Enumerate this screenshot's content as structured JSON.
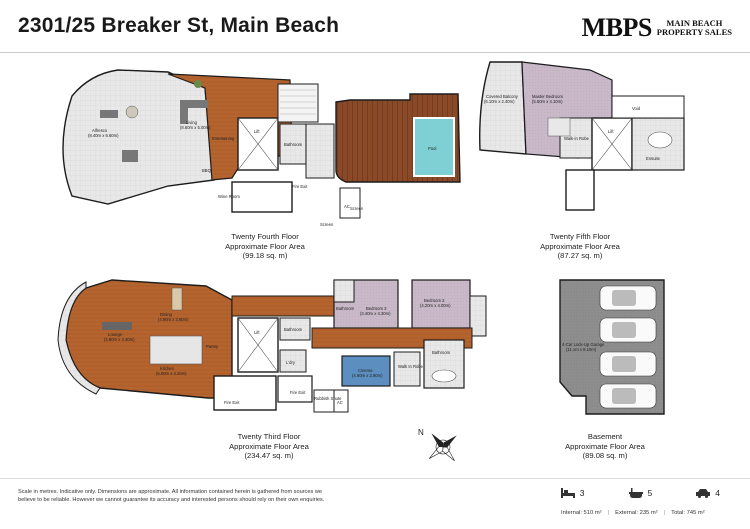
{
  "header": {
    "title": "2301/25 Breaker St, Main Beach",
    "logo_mark": "MBPS",
    "logo_sub_1": "MAIN BEACH",
    "logo_sub_2": "PROPERTY SALES"
  },
  "floors": [
    {
      "name": "Twenty Fourth Floor",
      "subtitle": "Approximate Floor Area",
      "area": "(99.18 sq. m)",
      "rooms": {
        "alfresco": "Alfresco",
        "alfresco_dim": "(8.40m x 6.60m)",
        "living": "Living",
        "living_dim": "(8.60m x 5.00m)",
        "entertaining": "Entertaining",
        "lift": "Lift",
        "bathroom": "Bathroom",
        "fire_exit": "Fire Exit",
        "bbq": "BBQ",
        "wine_room": "Wine Room",
        "ac": "AC",
        "screen_1": "Screen",
        "screen_2": "Screen",
        "pool": "Pool"
      }
    },
    {
      "name": "Twenty Fifth Floor",
      "subtitle": "Approximate Floor Area",
      "area": "(87.27 sq. m)",
      "rooms": {
        "covered_balcony": "Covered Balcony",
        "covered_balcony_dim": "(6.10m x 2.40m)",
        "master_bedroom": "Master Bedroom",
        "master_bedroom_dim": "(5.50m x 4.10m)",
        "void": "Void",
        "walk_in_robe": "Walk-in Robe",
        "lift": "Lift",
        "ensuite": "Ensuite"
      }
    },
    {
      "name": "Twenty Third Floor",
      "subtitle": "Approximate Floor Area",
      "area": "(234.47 sq. m)",
      "rooms": {
        "dining": "Dining",
        "dining_dim": "(4.90m x 3.60m)",
        "lounge": "Lounge",
        "lounge_dim": "(4.80m x 4.40m)",
        "kitchen": "Kitchen",
        "kitchen_dim": "(5.00m x 4.20m)",
        "lift": "Lift",
        "bathroom_1": "Bathroom",
        "bedroom_3": "Bedroom 3",
        "bedroom_3_dim": "(3.40m x 4.30m)",
        "bedroom_2": "Bedroom 2",
        "bedroom_2_dim": "(4.20m x 4.00m)",
        "bathroom_2": "Bathroom",
        "bathroom_3": "Bathroom",
        "cinema": "Cinema",
        "cinema_dim": "(4.60m x 2.90m)",
        "walk_in_robe": "Walk In Robe",
        "laundry": "L'dry",
        "pantry": "Pantry",
        "fire_exit_1": "Fire Exit",
        "fire_exit_2": "Fire Exit",
        "rubbish_shute": "Rubbish Shute",
        "ac": "AC"
      }
    },
    {
      "name": "Basement",
      "subtitle": "Approximate Floor Area",
      "area": "(89.08 sq. m)",
      "rooms": {
        "garage": "4-Car Lock-Up Garage",
        "garage_dim": "(11.1m x 8.10m)"
      }
    }
  ],
  "compass": {
    "north": "N"
  },
  "footer": {
    "disclaimer_1": "Scale in metres.  Indicative only.  Dimensions are approximate.  All information contained herein is gathered from sources we",
    "disclaimer_2": "believe to be reliable.  However we cannot guarantee its accuracy and interested persons should rely on their own enquiries.",
    "bedrooms": "3",
    "bathrooms": "5",
    "car_spaces": "4",
    "internal": "Internal: 510 m²",
    "external": "External: 235 m²",
    "total": "Total: 745 m²"
  },
  "colors": {
    "timber": "#b5642e",
    "carpet": "#c9b9c9",
    "tile": "#e2e2e2",
    "cinema": "#5c8fbf",
    "pool": "#7ed0d4",
    "deck": "#8a4a28",
    "garage": "#8c8c8c",
    "wall": "#1c1c1c"
  }
}
